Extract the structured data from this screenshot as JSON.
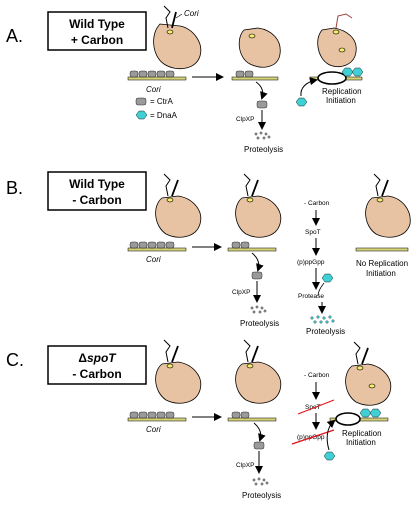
{
  "panels": [
    {
      "letter": "A.",
      "title_line1": "Wild Type",
      "title_line2": "+ Carbon"
    },
    {
      "letter": "B.",
      "title_line1": "Wild Type",
      "title_line2": "- Carbon"
    },
    {
      "letter": "C.",
      "title_prefix": "Δ",
      "title_gene": "spoT",
      "title_line2": "- Carbon"
    }
  ],
  "labels": {
    "cori": "Cori",
    "ctra": "= CtrA",
    "dnaa": "= DnaA",
    "clpxp": "ClpXP",
    "proteolysis": "Proteolysis",
    "replication": "Replication",
    "initiation": "Initiation",
    "minus_carbon": "- Carbon",
    "spot": "SpoT",
    "ppgpp": "(p)ppGpp",
    "protease": "Protease",
    "no_replication": "No Replication"
  },
  "colors": {
    "cell": "#e8c3a3",
    "nucleoid": "#f4ec6a",
    "dna_bar": "#d6d27a",
    "ctra": "#9a9a9a",
    "dnaa": "#3fd0d6",
    "strike": "#e0141a"
  }
}
